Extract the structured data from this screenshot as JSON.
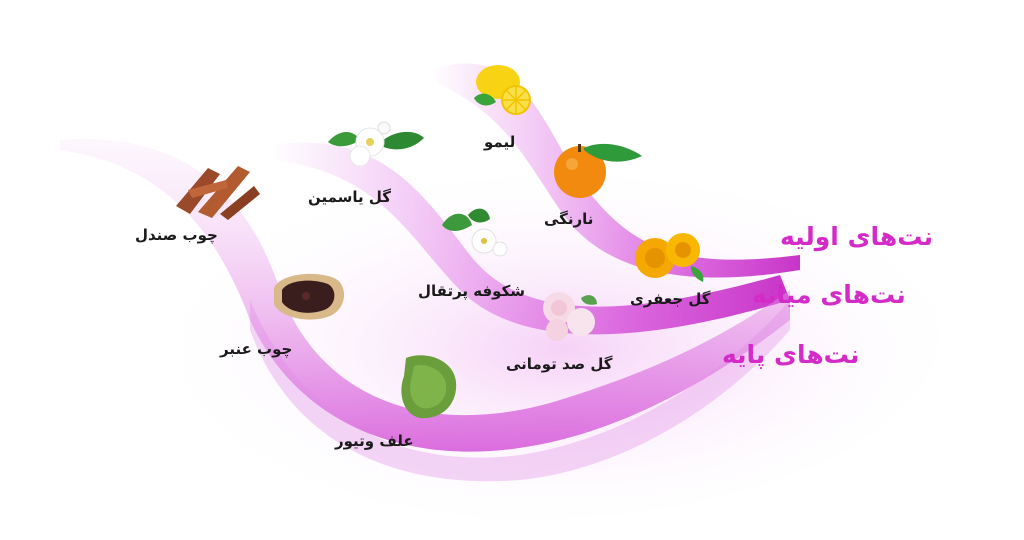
{
  "tiers": {
    "top": "نت‌های اولیه",
    "middle": "نت‌های میانه",
    "base": "نت‌های پایه"
  },
  "notes": {
    "lemon": "لیمو",
    "tangerine": "نارنگی",
    "marigold": "گل جعفری",
    "jasmine": "گل یاسمین",
    "orange_blossom": "شکوفه پرتقال",
    "peony": "گل صد تومانی",
    "sandalwood": "چوب صندل",
    "amber_wood": "چوب عنبر",
    "vetiver": "علف وتیور"
  },
  "colors": {
    "accent": "#d42bc8",
    "ribbon": "#e27be8"
  },
  "icons": {
    "lemon": "lemon-icon",
    "tangerine": "tangerine-icon",
    "marigold": "marigold-icon",
    "jasmine": "jasmine-icon",
    "orange_blossom": "orange-blossom-icon",
    "peony": "peony-icon",
    "sandalwood": "sandalwood-icon",
    "amber_wood": "amber-wood-icon",
    "vetiver": "vetiver-icon"
  }
}
